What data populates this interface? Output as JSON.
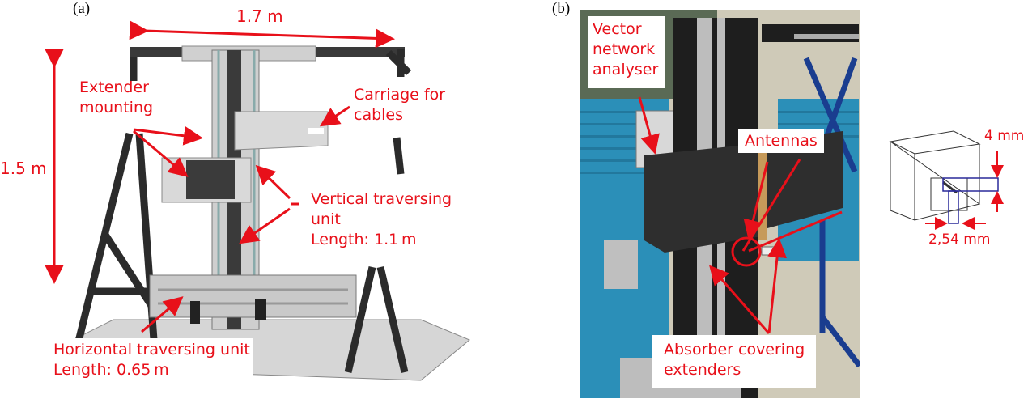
{
  "panels": {
    "a": {
      "label": "(a)",
      "dimensions": {
        "width": "1.7 m",
        "height": "1.5 m"
      },
      "annotations": {
        "extender_mounting": "Extender\nmounting",
        "carriage": "Carriage for\ncables",
        "vertical": "Vertical traversing\nunit\nLength: 1.1 m",
        "horizontal": "Horizontal traversing unit\nLength: 0.65 m"
      }
    },
    "b": {
      "label": "(b)",
      "annotations": {
        "vna": "Vector\nnetwork\nanalyser",
        "antennas": "Antennas",
        "absorber": "Absorber covering\nextenders"
      },
      "inset": {
        "height_dim": "4 mm",
        "width_dim": "2,54 mm"
      }
    }
  },
  "colors": {
    "annotation": "#e8101a",
    "frame": "#2b2b2b",
    "plate": "#d9d9d9",
    "absorber_blue": "#2b8fb8",
    "inset_blue": "#2a2a9a"
  }
}
